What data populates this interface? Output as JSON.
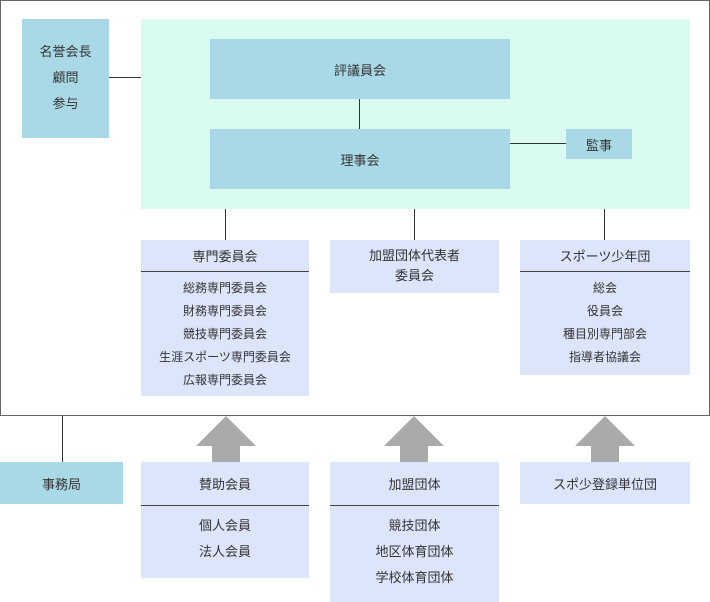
{
  "honorary": [
    "名誉会長",
    "顧問",
    "参与"
  ],
  "council": "評議員会",
  "board": "理事会",
  "auditor": "監事",
  "committees": [
    {
      "title": "専門委員会",
      "items": [
        "総務専門委員会",
        "財務専門委員会",
        "競技専門委員会",
        "生涯スポーツ専門委員会",
        "広報専門委員会"
      ]
    },
    {
      "title_lines": [
        "加盟団体代表者",
        "委員会"
      ]
    },
    {
      "title": "スポーツ少年団",
      "items": [
        "総会",
        "役員会",
        "種目別専門部会",
        "指導者協議会"
      ]
    }
  ],
  "secretariat": "事務局",
  "members": [
    {
      "title": "賛助会員",
      "items": [
        "個人会員",
        "法人会員"
      ]
    },
    {
      "title": "加盟団体",
      "items": [
        "競技団体",
        "地区体育団体",
        "学校体育団体"
      ]
    },
    {
      "title": "スポ少登録単位団"
    }
  ],
  "colors": {
    "mint": "#d9fbf0",
    "blue": "#a9d9e6",
    "lavender": "#dde5fb",
    "arrow": "#aaaaaa"
  }
}
